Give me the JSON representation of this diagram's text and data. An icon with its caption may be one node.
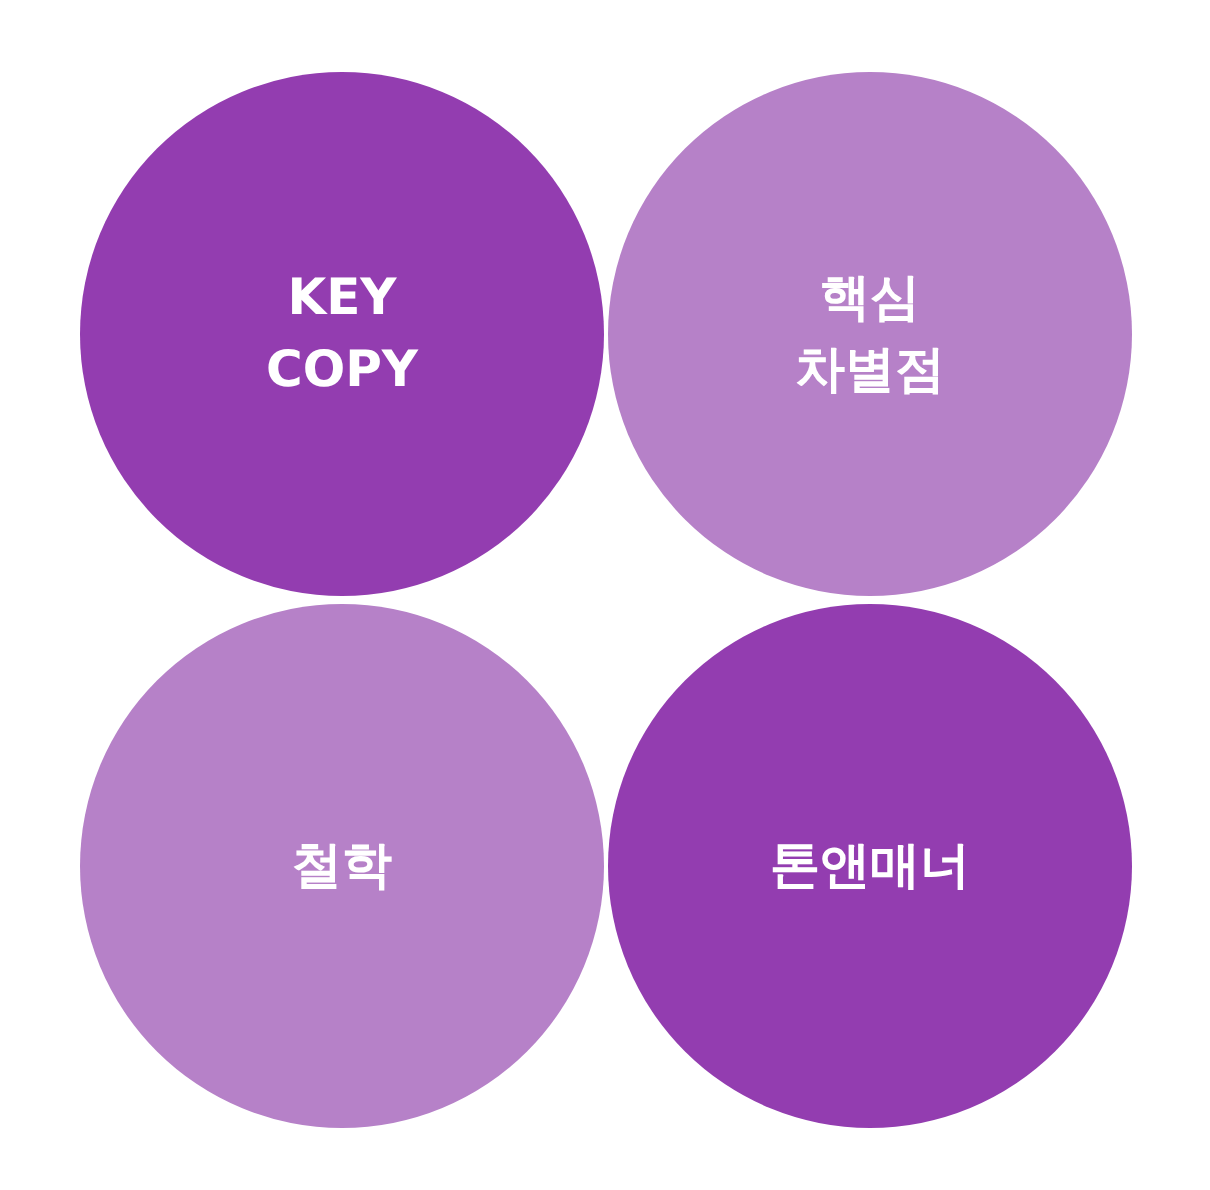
{
  "diagram": {
    "nodes": [
      {
        "text": [
          "KEY COPY"
        ]
      },
      {
        "text": [
          "핵심 차별점"
        ]
      },
      {
        "text": [
          "철학"
        ]
      },
      {
        "text": [
          "톤앤매너"
        ]
      }
    ]
  }
}
